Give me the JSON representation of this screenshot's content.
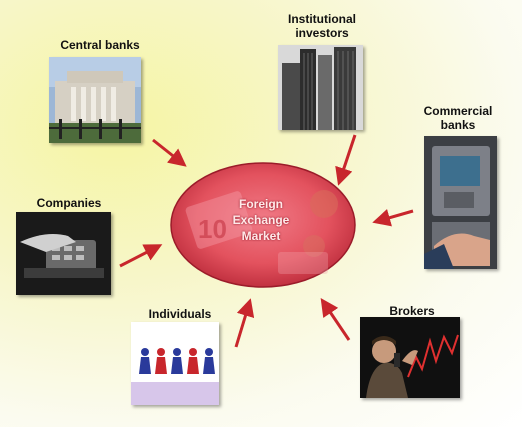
{
  "center": {
    "label": "Foreign\nExchange\nMarket"
  },
  "participants": {
    "central_banks": "Central banks",
    "institutional_investors": "Institutional\ninvestors",
    "commercial_banks": "Commercial\nbanks",
    "companies": "Companies",
    "individuals": "Individuals",
    "brokers": "Brokers"
  },
  "colors": {
    "arrow": "#c8262c",
    "ellipse": "#e3525e",
    "background": "#f6f5a3"
  }
}
